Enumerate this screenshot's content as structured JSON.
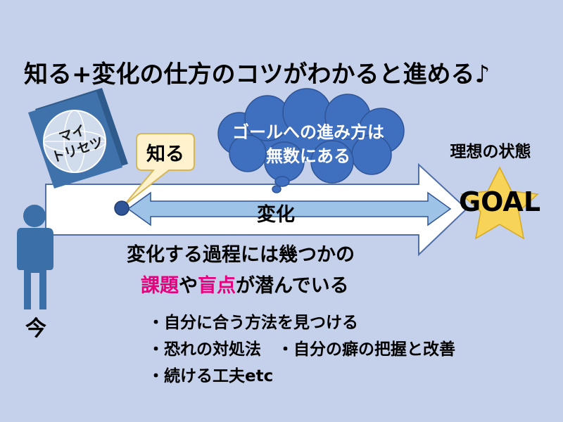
{
  "title": "知る+変化の仕方のコツがわかると進める♪",
  "book": {
    "line1": "マイ",
    "line2": "トリセツ"
  },
  "callout_know": "知る",
  "cloud": {
    "line1": "ゴールへの進み方は",
    "line2": "無数にある"
  },
  "arrow_label": "変化",
  "goal": {
    "caption": "理想の状態",
    "label": "GOAL"
  },
  "now_label": "今",
  "challenge": {
    "line1": "変化する過程には幾つかの",
    "part_issue": "課題",
    "part_mid": "や",
    "part_blind": "盲点",
    "part_end": "が潜んでいる"
  },
  "bullets": [
    "・自分に合う方法を見つける",
    "・恐れの対処法　・自分の癖の把握と改善",
    "・続ける工夫etc"
  ],
  "colors": {
    "background": "#c5d0ea",
    "accent_pink": "#e6007e",
    "person_blue": "#3a6fa8",
    "book_blue": "#3f72ab",
    "star_yellow": "#f7d358",
    "callout_fill": "#fff2cc",
    "inner_arrow": "#9dc3e6"
  },
  "icons": [
    "person-icon",
    "book-icon",
    "globe-icon",
    "star-icon",
    "cloud-callout",
    "dot-icon"
  ]
}
